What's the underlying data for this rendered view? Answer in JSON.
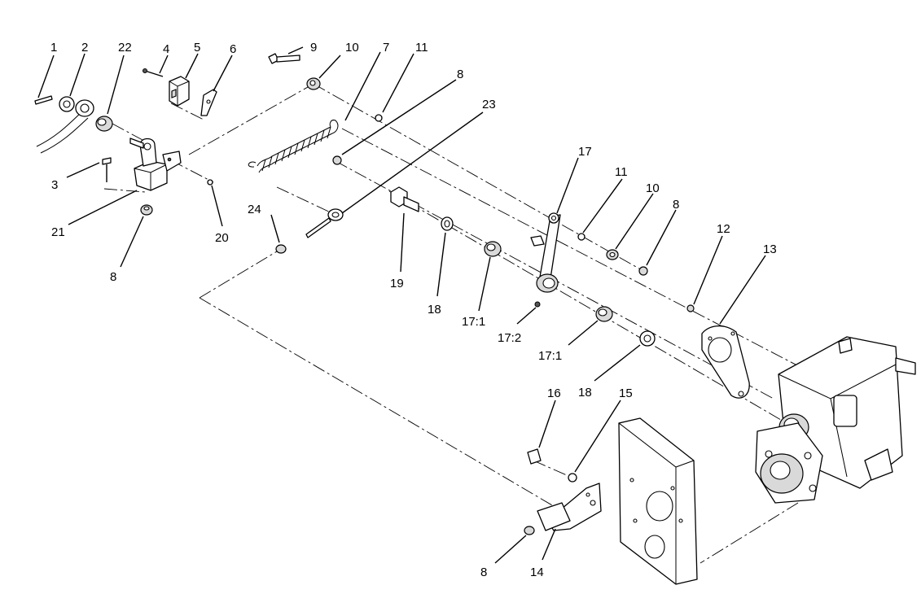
{
  "callouts": {
    "c1": "1",
    "c2": "2",
    "c22": "22",
    "c4": "4",
    "c5": "5",
    "c6": "6",
    "c3": "3",
    "c21": "21",
    "c8a": "8",
    "c20": "20",
    "c9": "9",
    "c10a": "10",
    "c7": "7",
    "c11a": "11",
    "c8b": "8",
    "c23": "23",
    "c24": "24",
    "c19": "19",
    "c18a": "18",
    "c17_1a": "17:1",
    "c17_2": "17:2",
    "c17": "17",
    "c11b": "11",
    "c10b": "10",
    "c8c": "8",
    "c17_1b": "17:1",
    "c18b": "18",
    "c12": "12",
    "c13": "13",
    "c16": "16",
    "c15": "15",
    "c8d": "8",
    "c14": "14"
  }
}
